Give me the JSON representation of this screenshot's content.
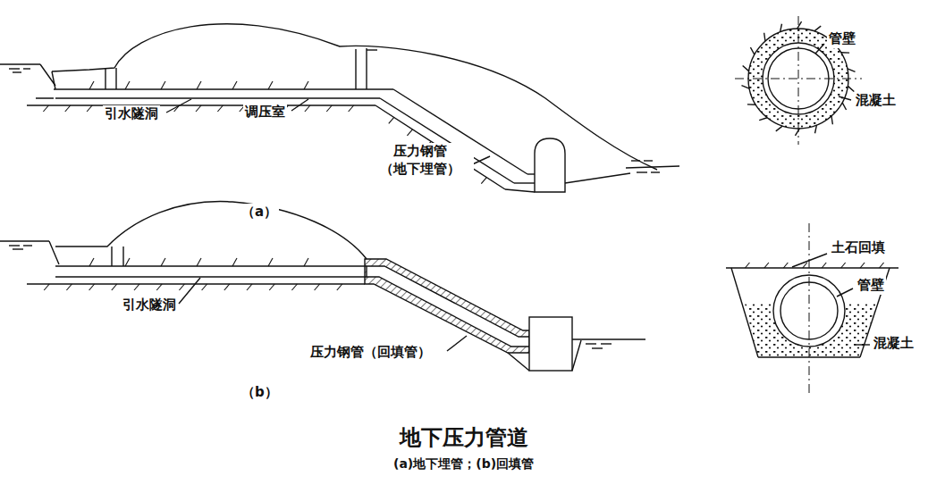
{
  "diagram": {
    "title": "地下压力管道",
    "caption": "(a)地下埋管；(b)回填管",
    "labels": [
      "引水隧洞",
      "调压室",
      "压力钢管 （地下埋管）",
      "（a）",
      "管壁",
      "混凝土",
      "引水隧洞",
      "压力钢管（回填管）",
      "（b）",
      "土石回填",
      "管壁",
      "混凝土"
    ]
  }
}
